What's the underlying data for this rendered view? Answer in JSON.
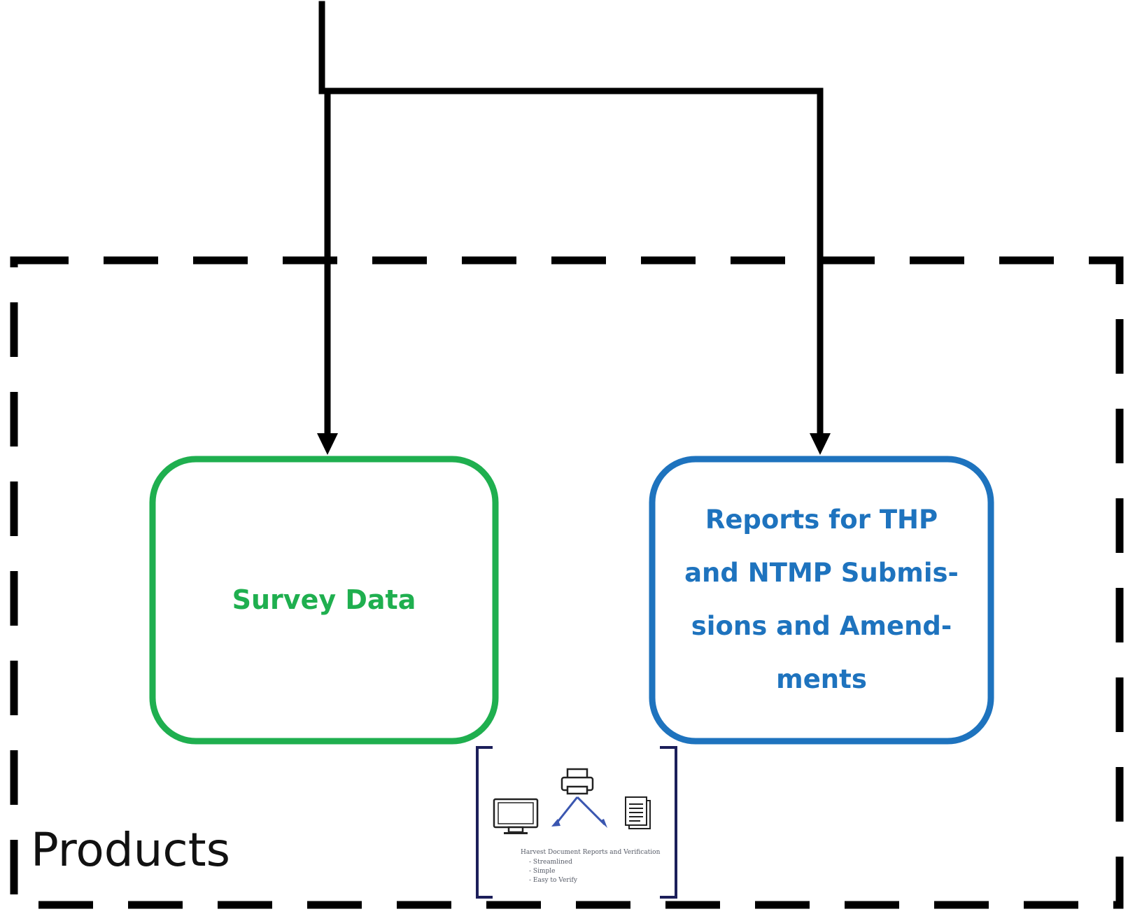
{
  "diagram": {
    "products_label": "Products",
    "boxes": [
      {
        "id": "survey-data",
        "label": "Survey Data",
        "color": "#1faf4f"
      },
      {
        "id": "reports",
        "label": "Reports for THP\nand NTMP Submis-\nsions and Amend-\nments",
        "color": "#1e73be"
      }
    ],
    "document_card": {
      "caption": "Harvest Document Reports and Verification",
      "bullets": [
        "Streamlined",
        "Simple",
        "Easy to Verify"
      ],
      "icons": [
        "monitor-icon",
        "printer-icon",
        "document-icon"
      ]
    },
    "colors": {
      "connector": "#000000",
      "dashed_border": "#000000",
      "bracket": "#1c1f5a",
      "card_arrows": "#3a56b0"
    }
  }
}
